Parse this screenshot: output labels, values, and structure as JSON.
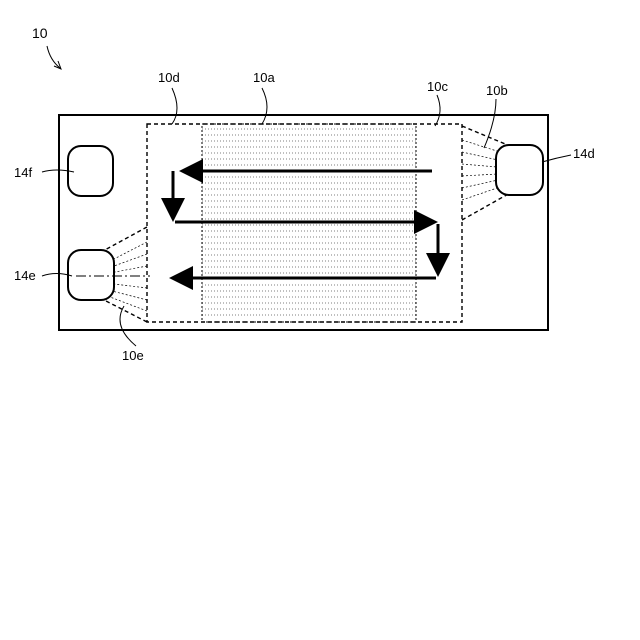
{
  "figure": {
    "number": "10",
    "labels": {
      "separator_region": "10a",
      "distribution_right": "10b",
      "distribution_inner_right": "10c",
      "distribution_inner_left": "10d",
      "distribution_left": "10e",
      "port_right": "14d",
      "port_lower_left": "14e",
      "port_upper_left": "14f"
    },
    "colors": {
      "stroke": "#000000",
      "background": "#ffffff"
    }
  }
}
